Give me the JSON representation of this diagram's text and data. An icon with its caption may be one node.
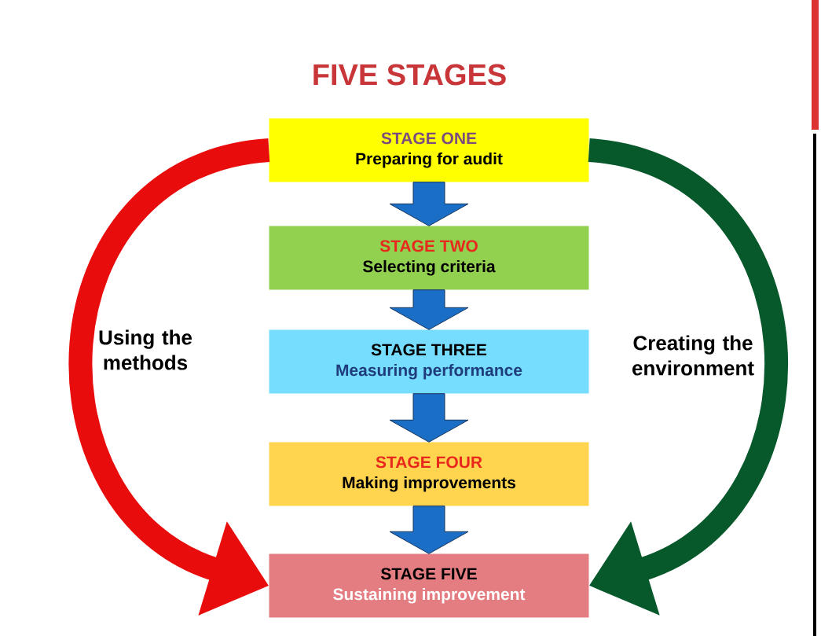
{
  "diagram": {
    "title": "FIVE STAGES",
    "nodes": [
      {
        "text": [
          "STAGE ONE",
          "Preparing for audit"
        ]
      },
      {
        "text": [
          "STAGE TWO",
          "Selecting criteria"
        ]
      },
      {
        "text": [
          "STAGE THREE",
          "Measuring performance"
        ]
      },
      {
        "text": [
          "STAGE FOUR",
          "Making improvements"
        ]
      },
      {
        "text": [
          "STAGE FIVE",
          "Sustaining improvement"
        ]
      }
    ],
    "edges": [
      {
        "from": 0,
        "to": 1,
        "arrow": "to"
      },
      {
        "from": 1,
        "to": 2,
        "arrow": "to"
      },
      {
        "from": 2,
        "to": 3,
        "arrow": "to"
      },
      {
        "from": 3,
        "to": 4,
        "arrow": "to"
      },
      {
        "from": 0,
        "to": 4,
        "arrow": "to",
        "color": "#e80c0c"
      },
      {
        "from": 0,
        "to": 4,
        "arrow": "to",
        "color": "#07582a"
      }
    ],
    "labels": [
      "Using the methods",
      "Creating the environment"
    ]
  }
}
